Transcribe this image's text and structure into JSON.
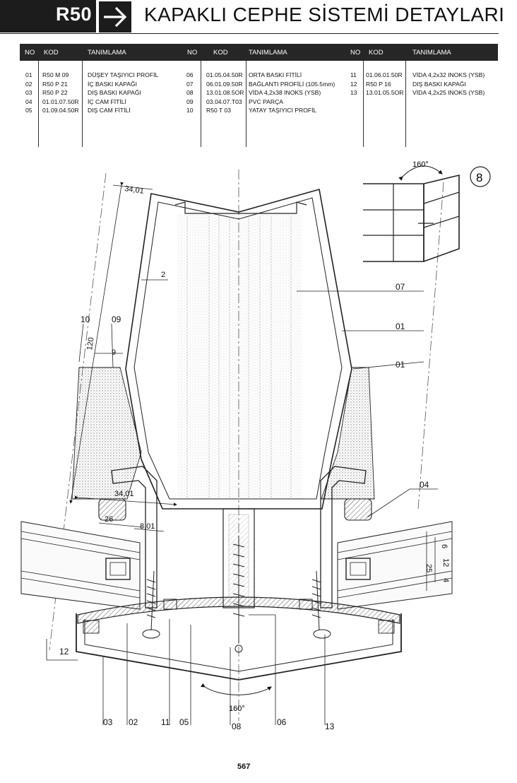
{
  "header": {
    "series_code": "R50",
    "title": "KAPAKLI CEPHE SİSTEMİ DETAYLARI"
  },
  "table": {
    "columns": [
      "NO",
      "KOD",
      "TANIMLAMA",
      "NO",
      "KOD",
      "TANIMLAMA",
      "NO",
      "KOD",
      "TANIMLAMA"
    ],
    "groups": [
      {
        "no": [
          "01",
          "02",
          "03",
          "04",
          "05"
        ],
        "kod": [
          "R50 M 09",
          "R50 P 21",
          "R50 P 22",
          "01.01.07.50R",
          "01.09.04.50R"
        ],
        "tanim": [
          "DÜŞEY TAŞIYICI PROFİL",
          "İÇ BASKI KAPAĞI",
          "DIŞ BASKI KAPAĞI",
          "İÇ CAM FİTİLİ",
          "DIŞ CAM FİTİLİ"
        ]
      },
      {
        "no": [
          "06",
          "07",
          "08",
          "09",
          "10"
        ],
        "kod": [
          "01.05.04.50R",
          "06.01.09.50R",
          "13.01.08.5OR",
          "03.04.07.T03",
          "R50 T 03"
        ],
        "tanim": [
          "ORTA BASKI FİTİLİ",
          "BAĞLANTI PROFİLİ (105.5mm)",
          "VİDA 4,2x38 INOKS (YSB)",
          "PVC PARÇA",
          "YATAY TAŞIYICI PROFİL"
        ]
      },
      {
        "no": [
          "11",
          "12",
          "13"
        ],
        "kod": [
          "01.06.01.50R",
          "R50 P 16",
          "13.01.05.5OR"
        ],
        "tanim": [
          "VİDA 4,2x32 INOKS (YSB)",
          "DIŞ BASKI KAPAĞI",
          "VİDA 4,2x25 INOKS (YSB)"
        ]
      }
    ]
  },
  "drawing": {
    "detail_number": "8",
    "angle_top": "160°",
    "angle_bottom": "160°",
    "dimensions": {
      "d_34_01_top": "34,01",
      "d_2": "2",
      "d_120": "120",
      "d_9": "9",
      "d_34_01": "34,01",
      "d_26": "26",
      "d_8_01": "8,01",
      "d_6": "6",
      "d_12": "12",
      "d_25": "25",
      "d_4": "4"
    },
    "labels": {
      "l07": "07",
      "l01a": "01",
      "l01b": "01",
      "l10": "10",
      "l09": "09",
      "l04": "04",
      "l12": "12",
      "l03": "03",
      "l02": "02",
      "l11": "11",
      "l05": "05",
      "l08": "08",
      "l06": "06",
      "l13": "13"
    }
  },
  "footer": {
    "page_number": "567"
  }
}
